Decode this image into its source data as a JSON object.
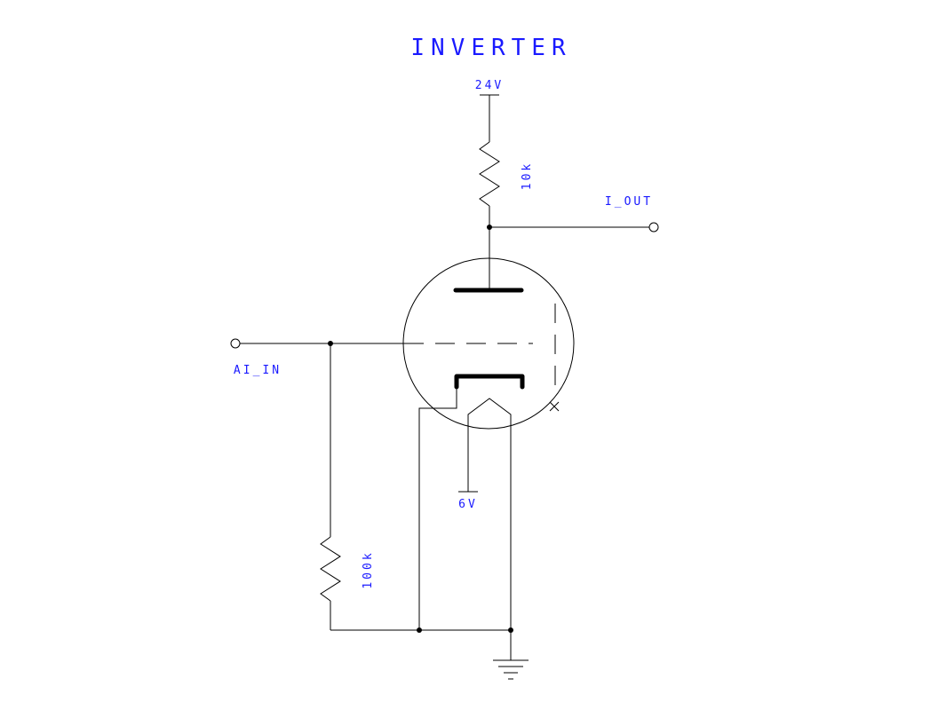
{
  "title": "INVERTER",
  "supply_label": "24V",
  "heater_label": "6V",
  "output_label": "I_OUT",
  "input_label": "AI_IN",
  "plate_resistor": "10k",
  "grid_resistor": "100k",
  "colors": {
    "label": "#1a1aff",
    "line": "#000000",
    "background": "#ffffff"
  },
  "components": {
    "tube": "triode-vacuum-tube",
    "ground": "ground-symbol"
  }
}
